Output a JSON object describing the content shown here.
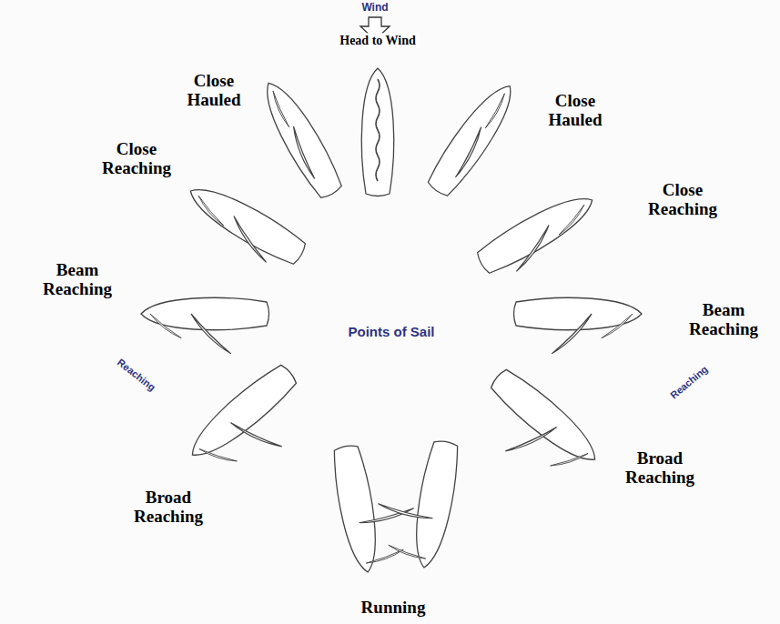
{
  "diagram": {
    "title": "Points of Sail",
    "labels": [
      "Wind",
      "Head to Wind",
      "Close Hauled",
      "Close Hauled",
      "Close Reaching",
      "Close Reaching",
      "Beam Reaching",
      "Beam Reaching",
      "Reaching",
      "Reaching",
      "Broad Reaching",
      "Broad Reaching",
      "Running"
    ]
  }
}
